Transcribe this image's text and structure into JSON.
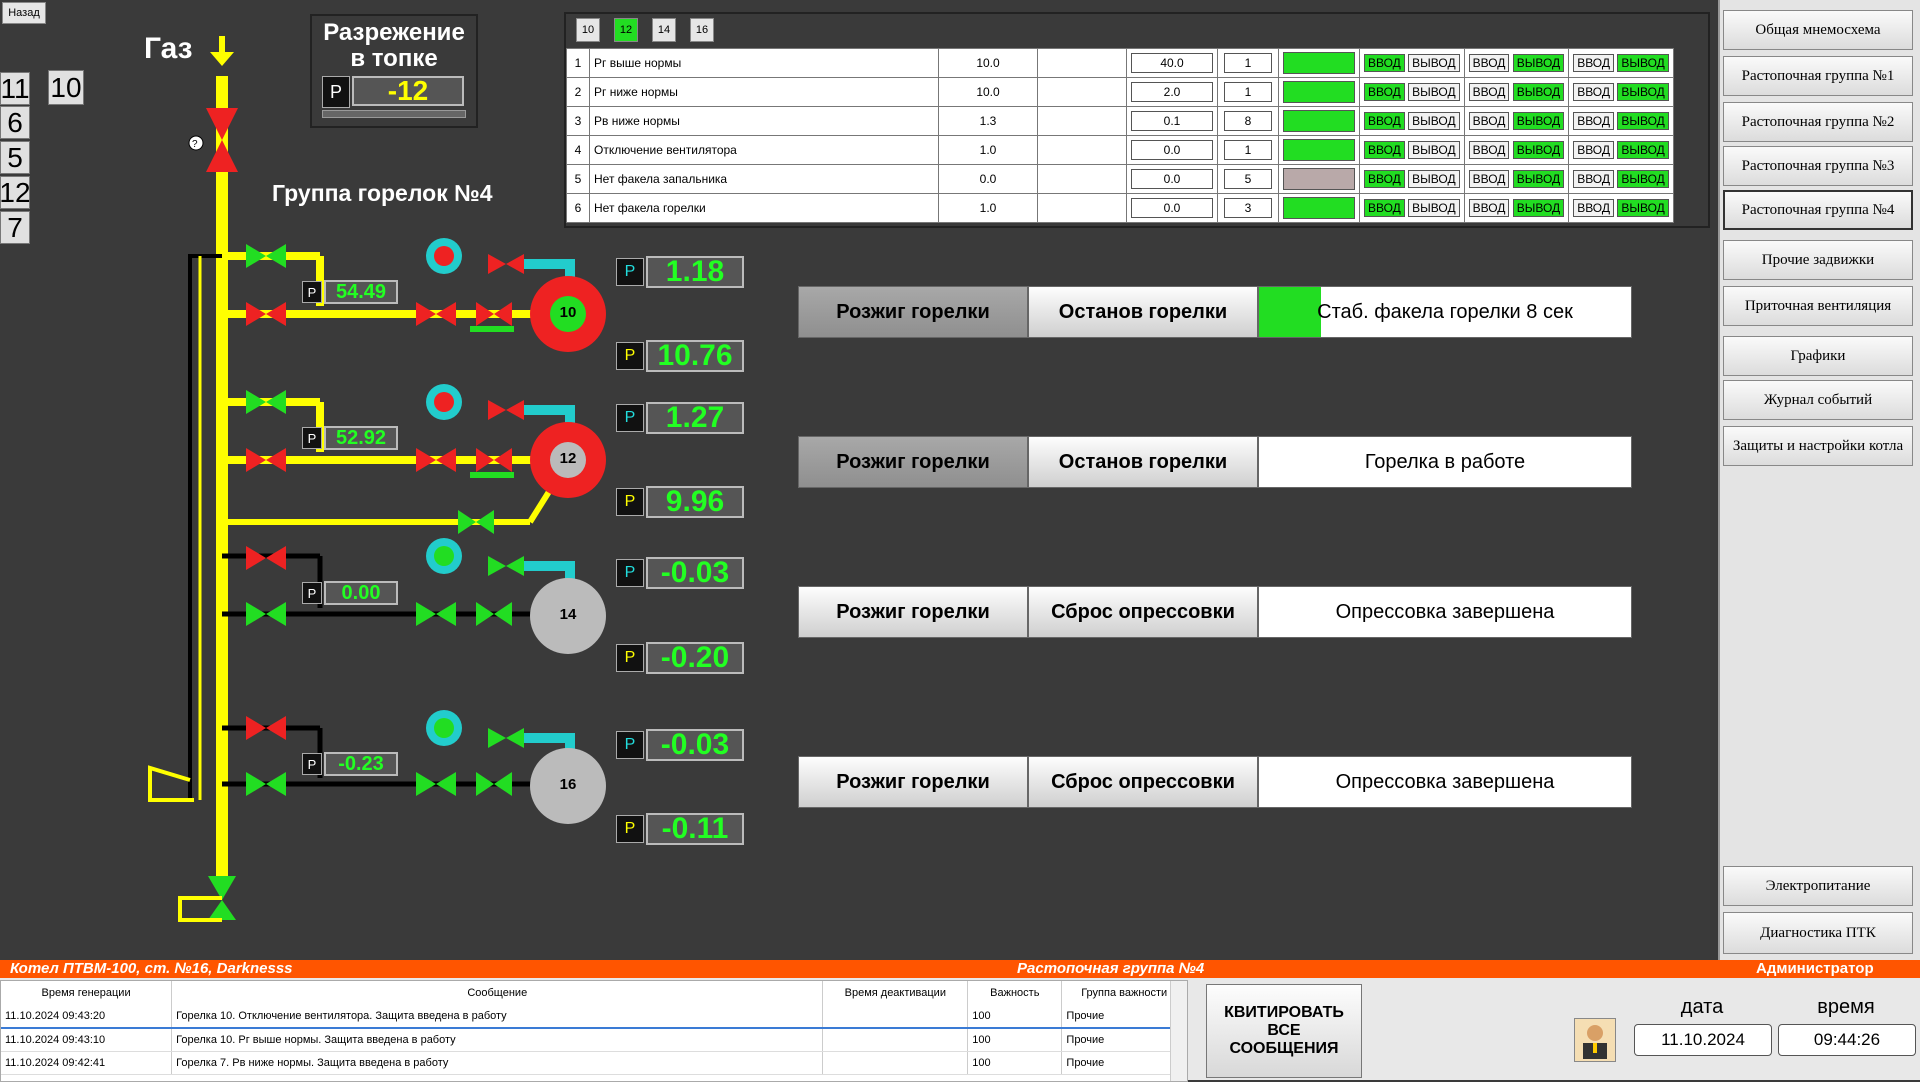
{
  "nav_top": {
    "back_label": "Назад"
  },
  "num_buttons": [
    "11",
    "10",
    "6",
    "5",
    "12",
    "7"
  ],
  "gas_label": "Газ",
  "vacuum": {
    "title_line1": "Разрежение",
    "title_line2": "в топке",
    "p_label": "P",
    "value": "-12"
  },
  "group_title": "Группа горелок №4",
  "burners": [
    {
      "id": "10",
      "pipe_value": "54.49",
      "p1": "1.18",
      "p2": "10.76",
      "active": true
    },
    {
      "id": "12",
      "pipe_value": "52.92",
      "p1": "1.27",
      "p2": "9.96",
      "active": true
    },
    {
      "id": "14",
      "pipe_value": "0.00",
      "p1": "-0.03",
      "p2": "-0.20",
      "active": false
    },
    {
      "id": "16",
      "pipe_value": "-0.23",
      "p1": "-0.03",
      "p2": "-0.11",
      "active": false
    }
  ],
  "prot_tabs": [
    "10",
    "12",
    "14",
    "16"
  ],
  "prot_rows": [
    {
      "n": "1",
      "name": "Рг выше нормы",
      "setpoint": "10.0",
      "val": "40.0",
      "delay": "1",
      "ok": true
    },
    {
      "n": "2",
      "name": "Рг ниже нормы",
      "setpoint": "10.0",
      "val": "2.0",
      "delay": "1",
      "ok": true
    },
    {
      "n": "3",
      "name": "Рв ниже нормы",
      "setpoint": "1.3",
      "val": "0.1",
      "delay": "8",
      "ok": true
    },
    {
      "n": "4",
      "name": "Отключение вентилятора",
      "setpoint": "1.0",
      "val": "0.0",
      "delay": "1",
      "ok": true
    },
    {
      "n": "5",
      "name": "Нет факела запальника",
      "setpoint": "0.0",
      "val": "0.0",
      "delay": "5",
      "ok": false
    },
    {
      "n": "6",
      "name": "Нет факела горелки",
      "setpoint": "1.0",
      "val": "0.0",
      "delay": "3",
      "ok": true
    }
  ],
  "vv": {
    "in": "ВВОД",
    "out": "ВЫВОД"
  },
  "actions": [
    {
      "left": "Розжиг горелки",
      "left_dim": true,
      "right": "Останов горелки",
      "right_dim": false,
      "status": "Стаб. факела горелки 8 сек",
      "indicator": true
    },
    {
      "left": "Розжиг горелки",
      "left_dim": true,
      "right": "Останов горелки",
      "right_dim": false,
      "status": "Горелка в работе",
      "indicator": false
    },
    {
      "left": "Розжиг горелки",
      "left_dim": false,
      "right": "Сброс опрессовки",
      "right_dim": false,
      "status": "Опрессовка завершена",
      "indicator": false
    },
    {
      "left": "Розжиг горелки",
      "left_dim": false,
      "right": "Сброс опрессовки",
      "right_dim": false,
      "status": "Опрессовка завершена",
      "indicator": false
    }
  ],
  "nav": [
    "Общая мнемосхема",
    "Растопочная группа №1",
    "Растопочная группа №2",
    "Растопочная группа №3",
    "Растопочная группа №4",
    "Прочие задвижки",
    "Приточная вентиляция",
    "Графики",
    "Журнал событий",
    "Защиты и настройки котла"
  ],
  "nav_bottom": [
    "Электропитание",
    "Диагностика ПТК"
  ],
  "status_bar": {
    "left": "Котел ПТВМ-100, ст. №16, Darknesss",
    "center": "Растопочная группа №4",
    "right": "Администратор"
  },
  "alarm_headers": [
    "Время генерации",
    "Сообщение",
    "Время деактивации",
    "Важность",
    "Группа важности"
  ],
  "alarms": [
    {
      "time": "11.10.2024 09:43:20",
      "msg": "Горелка 10. Отключение вентилятора. Защита введена в работу",
      "deact": "",
      "imp": "100",
      "group": "Прочие"
    },
    {
      "time": "11.10.2024 09:43:10",
      "msg": "Горелка 10. Рг выше нормы. Защита введена в работу",
      "deact": "",
      "imp": "100",
      "group": "Прочие"
    },
    {
      "time": "11.10.2024 09:42:41",
      "msg": "Горелка 7. Рв ниже нормы. Защита введена в работу",
      "deact": "",
      "imp": "100",
      "group": "Прочие"
    }
  ],
  "ack_button": {
    "line1": "КВИТИРОВАТЬ",
    "line2": "ВСЕ",
    "line3": "СООБЩЕНИЯ"
  },
  "date": {
    "label": "дата",
    "value": "11.10.2024"
  },
  "time": {
    "label": "время",
    "value": "09:44:26"
  },
  "colors": {
    "gas": "#ffff00",
    "valve_open": "#22dd22",
    "valve_closed": "#ee2222",
    "value": "#22ff22",
    "status_bar": "#ff5500"
  }
}
